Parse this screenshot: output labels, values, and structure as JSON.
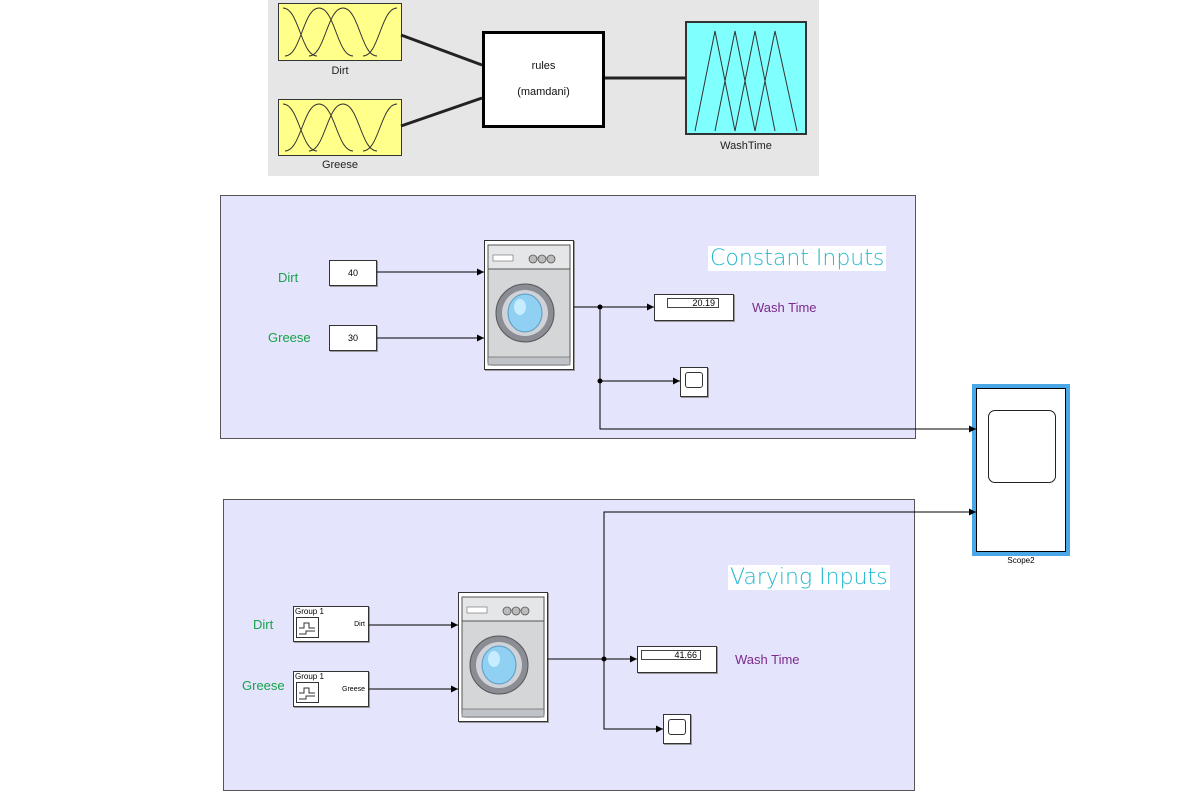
{
  "fis": {
    "inputs": [
      {
        "label": "Dirt"
      },
      {
        "label": "Greese"
      }
    ],
    "rules_title": "rules",
    "rules_type": "(mamdani)",
    "output": {
      "label": "WashTime"
    },
    "colors": {
      "input_fill": "#ffff8a",
      "output_fill": "#80ffff",
      "panel_bg": "#e6e6e6"
    }
  },
  "constant_section": {
    "title": "Constant Inputs",
    "dirt_label": "Dirt",
    "greese_label": "Greese",
    "dirt_value": "40",
    "greese_value": "30",
    "display_value": "20.19",
    "display_label": "Wash Time",
    "block_icon": "washing-machine-icon"
  },
  "varying_section": {
    "title": "Varying  Inputs",
    "dirt_label": "Dirt",
    "greese_label": "Greese",
    "dirt_block": {
      "group": "Group 1",
      "port": "Dirt"
    },
    "greese_block": {
      "group": "Group 1",
      "port": "Greese"
    },
    "display_value": "41.66",
    "display_label": "Wash Time",
    "block_icon": "washing-machine-icon"
  },
  "scope2": {
    "label": "Scope2",
    "border_color": "#4aa8e8"
  },
  "colors": {
    "subsystem_bg": "#e4e4fc",
    "label_green": "#17a34a",
    "label_purple": "#7a2a8a",
    "title_cyan": "#22b8d0"
  }
}
